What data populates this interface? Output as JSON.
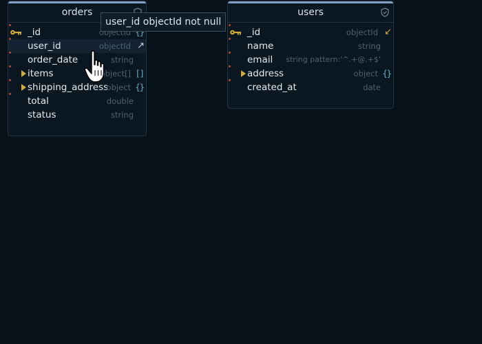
{
  "tooltip": {
    "text": "user_id objectId not null"
  },
  "orders": {
    "title": "orders",
    "fields": [
      {
        "name": "_id",
        "type": "objectId",
        "glyph": "{}",
        "key": true
      },
      {
        "name": "user_id",
        "type": "objectId",
        "glyph": "↗"
      },
      {
        "name": "order_date",
        "type": "string"
      },
      {
        "name": "items",
        "type": "object[]",
        "glyph": "[]",
        "expandable": true
      },
      {
        "name": "shipping_address",
        "type": "object",
        "glyph": "{}",
        "expandable": true
      },
      {
        "name": "total",
        "type": "double"
      },
      {
        "name": "status",
        "type": "string"
      }
    ]
  },
  "users": {
    "title": "users",
    "fields": [
      {
        "name": "_id",
        "type": "objectId",
        "glyph": "↙",
        "key": true
      },
      {
        "name": "name",
        "type": "string"
      },
      {
        "name": "email",
        "type": "string pattern:'^.+@.+$'"
      },
      {
        "name": "address",
        "type": "object",
        "glyph": "{}",
        "expandable": true
      },
      {
        "name": "created_at",
        "type": "date"
      }
    ]
  },
  "colors": {
    "background": "#07111a",
    "accent_gold": "#d4ac3a",
    "json_glyph": "#67b3c4",
    "header_bar": "#7ea1bd"
  }
}
